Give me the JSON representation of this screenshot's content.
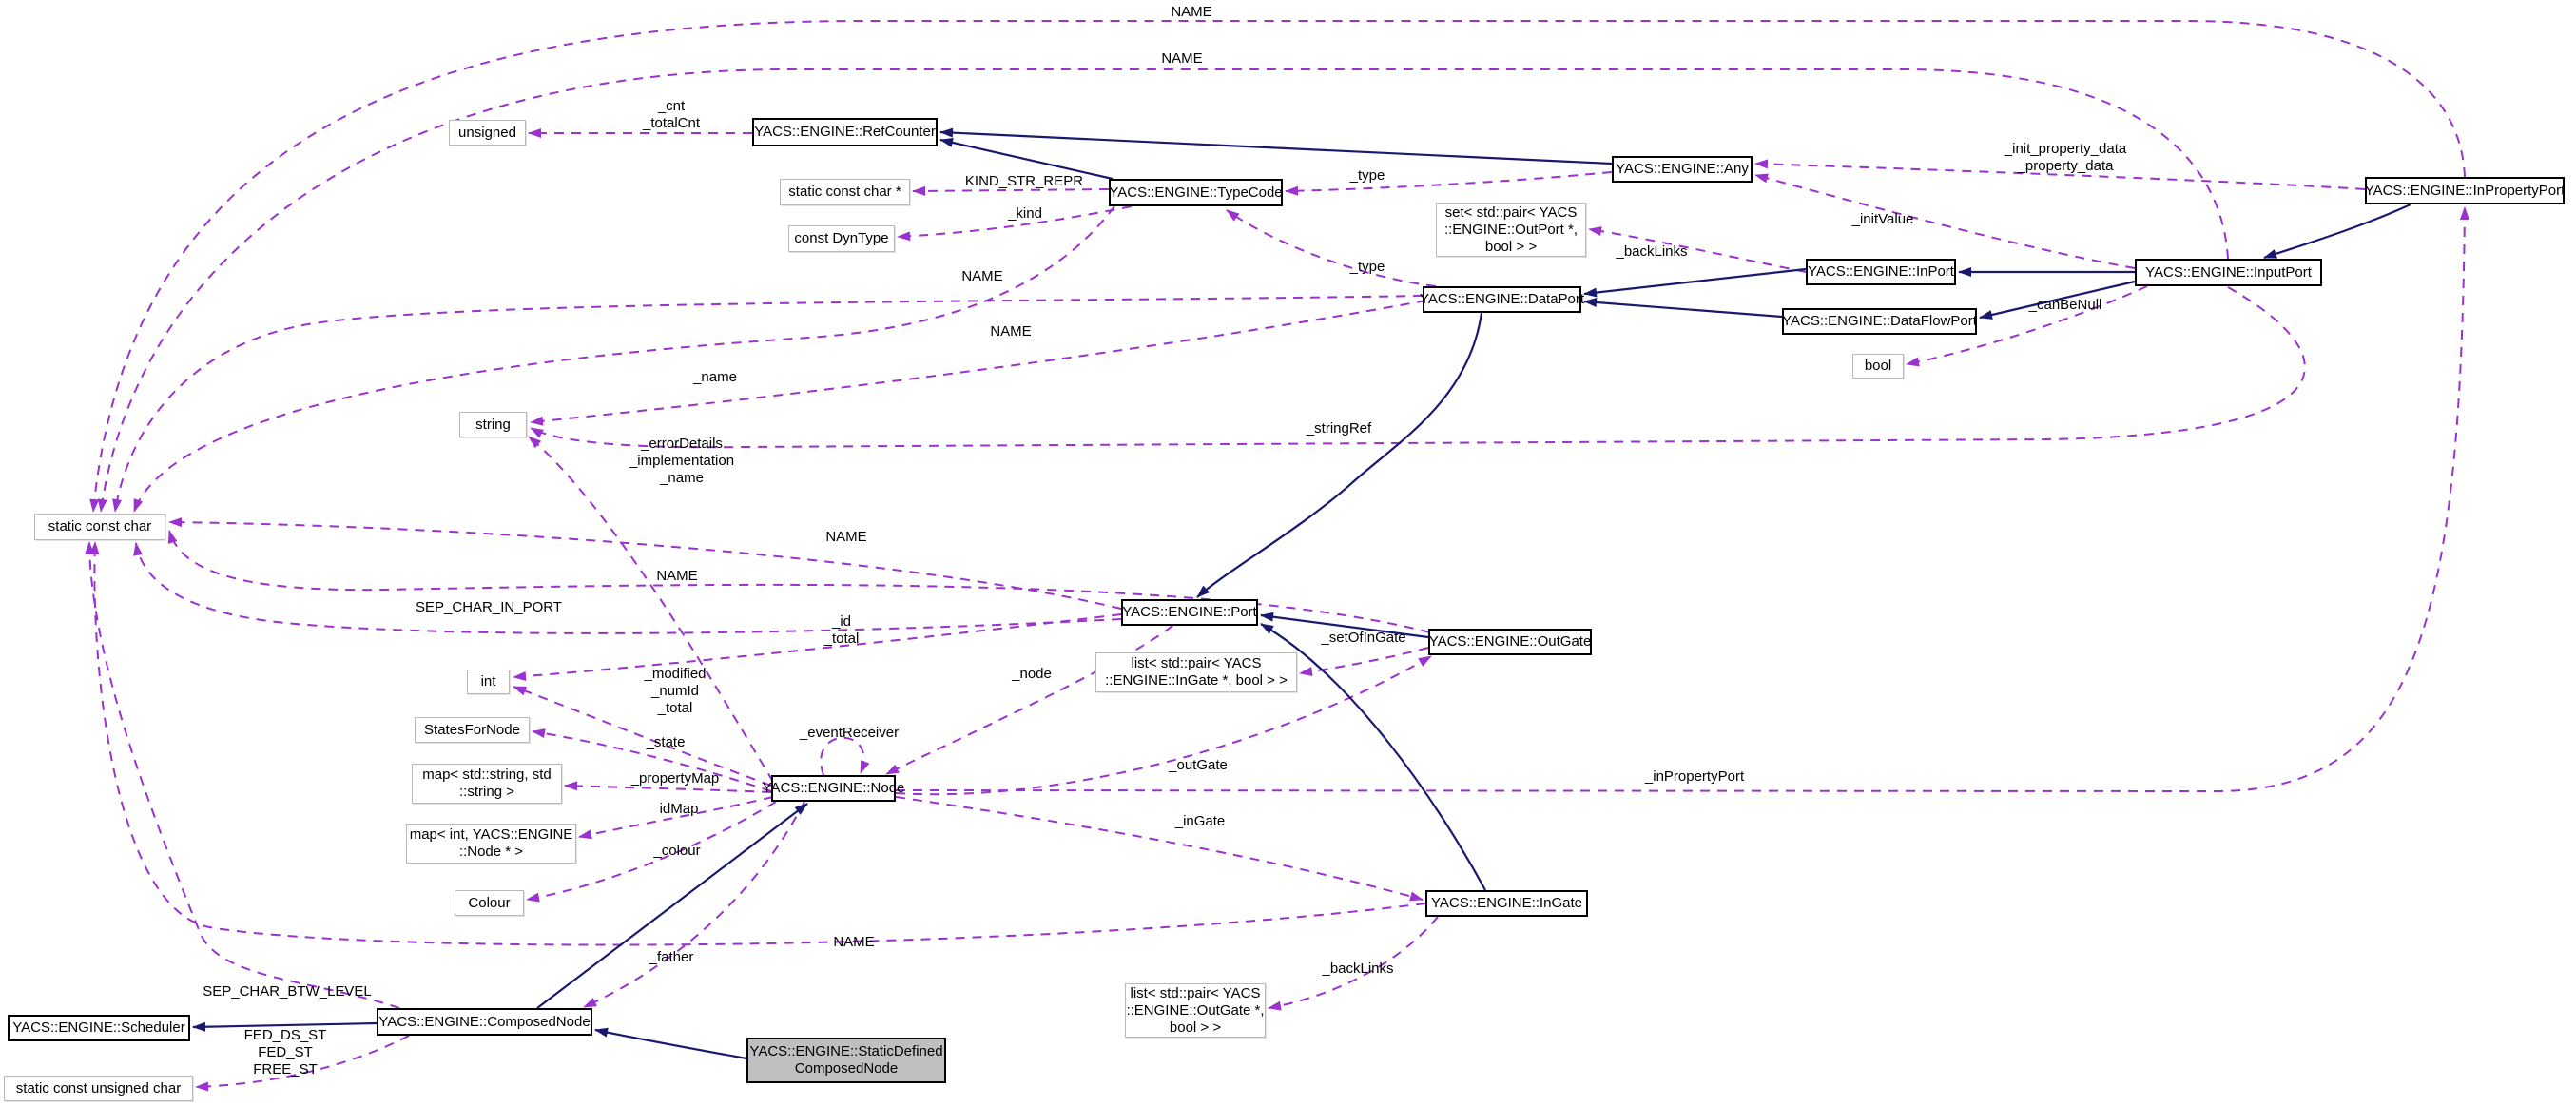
{
  "colors": {
    "usage_edge": "#9A32CD",
    "inheritance_edge": "#191970",
    "class_border": "#000000",
    "plain_border": "#b9b9b9",
    "selected_fill": "#bfbfbf",
    "background": "#ffffff"
  },
  "nodes": {
    "unsigned": {
      "label": "unsigned"
    },
    "refcounter": {
      "label": "YACS::ENGINE::RefCounter"
    },
    "static_char_ptr": {
      "label": "static const char *"
    },
    "const_dyntype": {
      "label": "const DynType"
    },
    "typecode": {
      "label": "YACS::ENGINE::TypeCode"
    },
    "any": {
      "label": "YACS::ENGINE::Any"
    },
    "set_outport": {
      "label": "set< std::pair< YACS\n::ENGINE::OutPort *,\nbool > >"
    },
    "inpropertyport": {
      "label": "YACS::ENGINE::InPropertyPort"
    },
    "inport": {
      "label": "YACS::ENGINE::InPort"
    },
    "inputport": {
      "label": "YACS::ENGINE::InputPort"
    },
    "dataflowport": {
      "label": "YACS::ENGINE::DataFlowPort"
    },
    "bool": {
      "label": "bool"
    },
    "dataport": {
      "label": "YACS::ENGINE::DataPort"
    },
    "string": {
      "label": "string"
    },
    "static_char": {
      "label": "static const char"
    },
    "port": {
      "label": "YACS::ENGINE::Port"
    },
    "outgate": {
      "label": "YACS::ENGINE::OutGate"
    },
    "list_ingate": {
      "label": "list< std::pair< YACS\n::ENGINE::InGate *, bool > >"
    },
    "int": {
      "label": "int"
    },
    "statesfornode": {
      "label": "StatesForNode"
    },
    "map_string": {
      "label": "map< std::string, std\n::string >"
    },
    "map_int_node": {
      "label": "map< int, YACS::ENGINE\n::Node * >"
    },
    "colour": {
      "label": "Colour"
    },
    "node": {
      "label": "YACS::ENGINE::Node"
    },
    "ingate": {
      "label": "YACS::ENGINE::InGate"
    },
    "list_outgate": {
      "label": "list< std::pair< YACS\n::ENGINE::OutGate *,\nbool > >"
    },
    "scheduler": {
      "label": "YACS::ENGINE::Scheduler"
    },
    "composednode": {
      "label": "YACS::ENGINE::ComposedNode"
    },
    "staticdefined": {
      "label": "YACS::ENGINE::StaticDefined\nComposedNode"
    },
    "static_uchar": {
      "label": "static const unsigned char"
    }
  },
  "edge_labels": {
    "name_top1": "NAME",
    "name_top2": "NAME",
    "cnt": "_cnt\n_totalCnt",
    "kind_str_repr": "KIND_STR_REPR",
    "kind": "_kind",
    "type_any": "_type",
    "type_dataport": "_type",
    "backlinks_inport": "_backLinks",
    "init_property": "_init_property_data\n_property_data",
    "initvalue": "_initValue",
    "canbenull": "_canBeNull",
    "name_dataport": "NAME",
    "name_typecode": "NAME",
    "name_line": "_name",
    "error_details": "_errorDetails\n_implementation\n_name",
    "stringref": "_stringRef",
    "name_port": "NAME",
    "name_outgate": "NAME",
    "sep_char_in_port": "SEP_CHAR_IN_PORT",
    "id_total": "_id\n_total",
    "node_lbl": "_node",
    "modified": "_modified\n_numId\n_total",
    "state": "_state",
    "event_receiver": "_eventReceiver",
    "set_of_ingate": "_setOfInGate",
    "property_map": "_propertyMap",
    "id_map": "idMap",
    "outgate_lbl": "_outGate",
    "colour_lbl": "_colour",
    "in_property_port": "_inPropertyPort",
    "ingate_lbl": "_inGate",
    "name_ingate": "NAME",
    "father": "_father",
    "backlinks_ingate": "_backLinks",
    "sep_char_btw_level": "SEP_CHAR_BTW_LEVEL",
    "fed": "FED_DS_ST\nFED_ST\nFREE_ST"
  }
}
